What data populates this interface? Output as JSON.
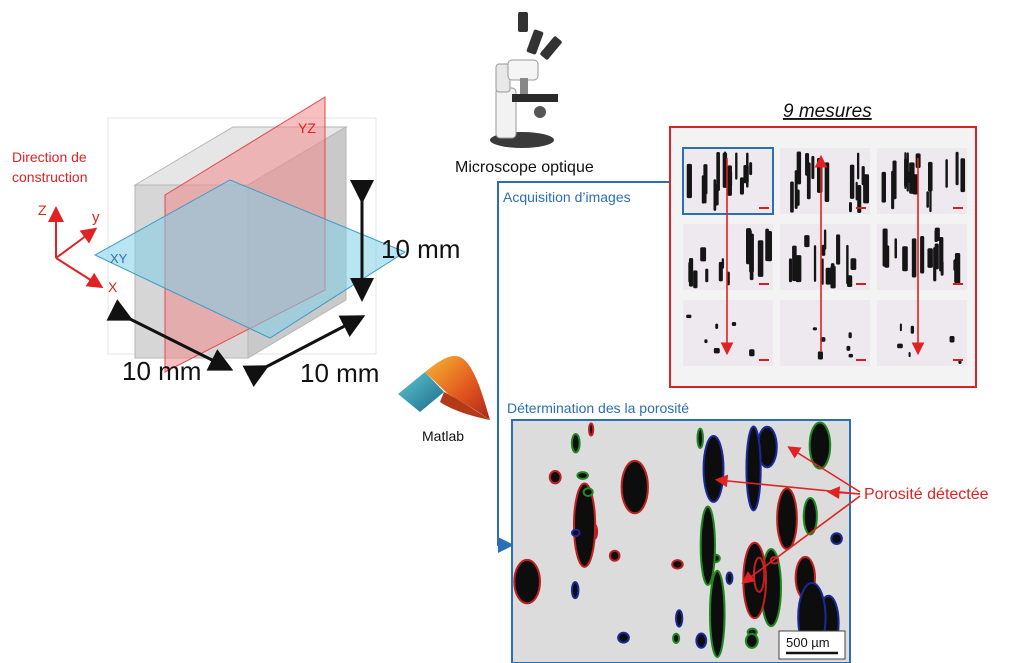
{
  "build_direction_label": [
    "Direction de",
    "construction"
  ],
  "axes": {
    "z": "Z",
    "y": "y",
    "x": "X"
  },
  "planes": {
    "xy": "XY",
    "yz": "YZ"
  },
  "dimensions": {
    "height": "10 mm",
    "depth": "10 mm",
    "width": "10 mm"
  },
  "microscope_label": "Microscope optique",
  "acquisition_label": "Acquisition d’images",
  "measures_title": "9 mesures",
  "matlab_label": "Matlab",
  "determination_label": "Détermination des la porosité",
  "porosity_label": "Porosité détectée",
  "scale_bar_label": "500 µm",
  "colors": {
    "red": "#e02222",
    "blue": "#2a6fb5",
    "plane_red": "#f08a8a",
    "plane_blue": "#7fd0ea",
    "cube_face": "#d9d9d9"
  }
}
